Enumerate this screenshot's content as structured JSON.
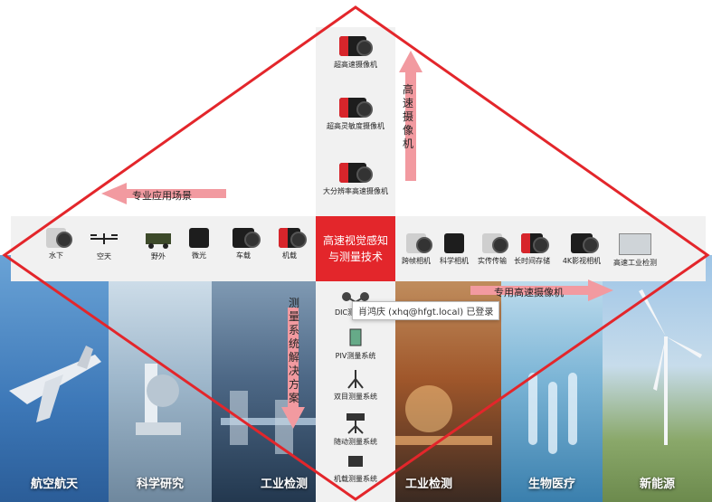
{
  "center": {
    "line1": "高速视觉感知",
    "line2": "与测量技术"
  },
  "arrows": {
    "up": "高速摄像机",
    "left": "专业应用场景",
    "right": "专用高速摄像机",
    "down": "测量系统解决方案"
  },
  "top_cameras": [
    "超高速摄像机",
    "超高灵敏度摄像机",
    "大分辨率高速摄像机"
  ],
  "left_scenes": [
    "水下",
    "空天",
    "野外",
    "微光",
    "车载",
    "机载"
  ],
  "right_cameras": [
    "跨帧相机",
    "科学相机",
    "实传传输",
    "长时间存储",
    "4K影视相机",
    "高速工业检测"
  ],
  "bottom_systems": [
    "DIC测量系统",
    "PIV测量系统",
    "双目测量系统",
    "随动测量系统",
    "机载测量系统"
  ],
  "panels": [
    "航空航天",
    "科学研究",
    "工业检测",
    "工业检测",
    "生物医疗",
    "新能源"
  ],
  "tooltip": "肖鸿庆 (xhq@hfgt.local) 已登录",
  "colors": {
    "accent": "#e3262b",
    "arrow": "#f29aa0"
  }
}
